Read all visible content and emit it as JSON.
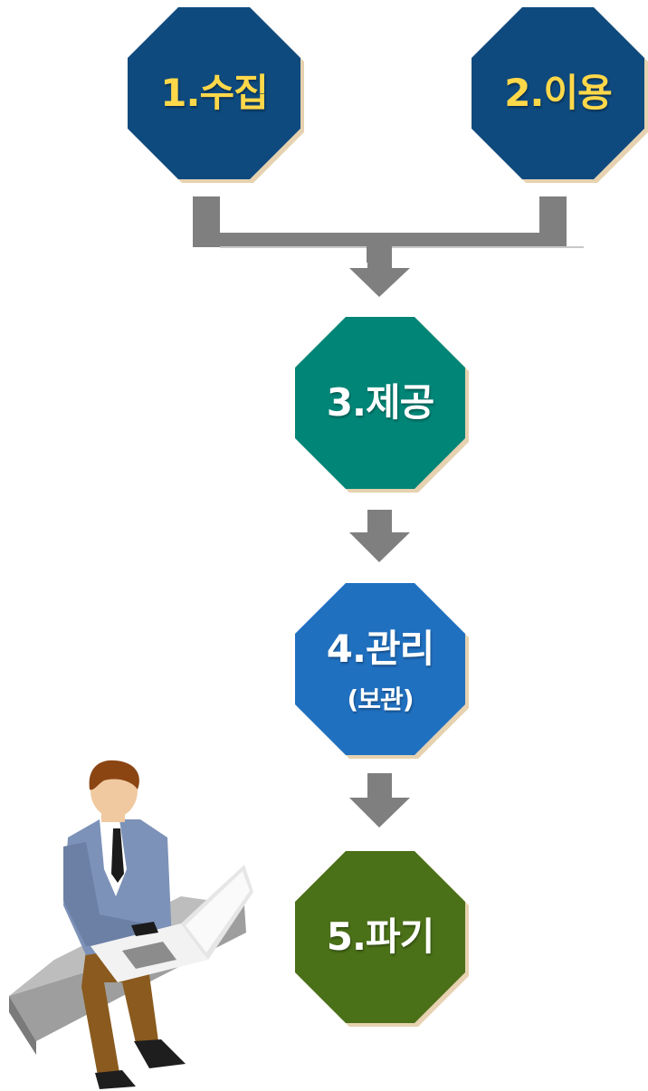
{
  "steps": [
    {
      "label": "1.수집",
      "sub": "",
      "color": "#0E4A7E",
      "text_color": "#FFD84A"
    },
    {
      "label": "2.이용",
      "sub": "",
      "color": "#0E4A7E",
      "text_color": "#FFD84A"
    },
    {
      "label": "3.제공",
      "sub": "",
      "color": "#018577",
      "text_color": "#FFFFFF"
    },
    {
      "label": "4.관리",
      "sub": "(보관)",
      "color": "#2070C0",
      "text_color": "#FFFFFF"
    },
    {
      "label": "5.파기",
      "sub": "",
      "color": "#4A7018",
      "text_color": "#FFFFFF"
    }
  ],
  "connector_color": "#7F7F7F",
  "shadow_color": "#E6D2B0",
  "illustration": "person-with-laptop-on-bench"
}
